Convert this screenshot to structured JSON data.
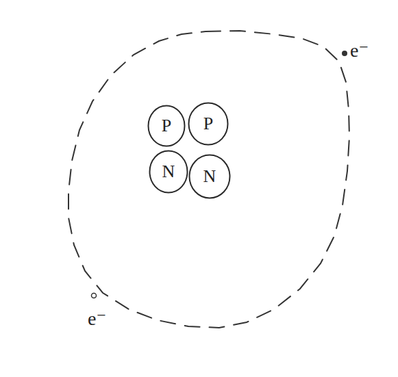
{
  "diagram": {
    "nodes": [
      {
        "text": [
          "P"
        ]
      },
      {
        "text": [
          "P"
        ]
      },
      {
        "text": [
          "N"
        ]
      },
      {
        "text": [
          "N"
        ]
      }
    ],
    "labels": [
      "e⁻",
      "e⁻"
    ]
  }
}
